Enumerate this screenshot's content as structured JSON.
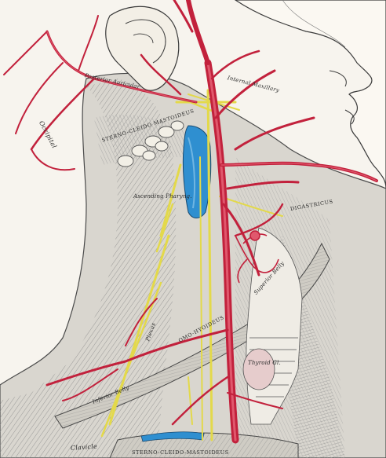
{
  "labels": {
    "occipital": "Occipital",
    "posterior_auricular": "Posterior Auricular",
    "internal_maxillary": "Internal Maxillary",
    "sterno_cleido_mastoideus_upper": "STERNO-CLEIDO MASTOIDEUS",
    "ascending_pharyngeal": "Ascending Pharyng.",
    "digastricus": "DIGASTRICUS",
    "superior_belly": "Superior Belly",
    "omo_hyoideus": "OMO-HYOIDEUS",
    "inferior_belly": "Inferior Belly",
    "thyroid_gl": "Thyroid Gl.",
    "clavicle": "Clavicle",
    "sterno_cleido_mastoideus_lower": "STERNO-CLEIDO-MASTOIDEUS",
    "plexus": "Plexus"
  },
  "colors": {
    "artery": "#c2213c",
    "artery_light": "#e0586d",
    "vein": "#2f8fd0",
    "nerve": "#e3d94a",
    "muscle": "#9a9a9a",
    "ink": "#2a2a2a",
    "paper": "#f7f4ee"
  }
}
